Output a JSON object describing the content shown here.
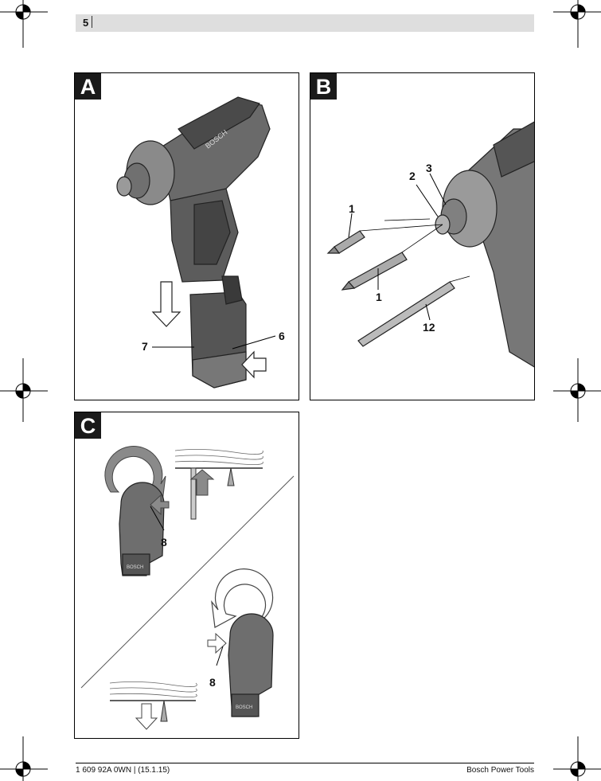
{
  "header": {
    "page_number": "5"
  },
  "panels": {
    "a": {
      "letter": "A",
      "callouts": {
        "battery": "7",
        "release_button": "6"
      }
    },
    "b": {
      "letter": "B",
      "callouts": {
        "chuck_sleeve": "2",
        "bit_holder": "3",
        "bit_top": "1",
        "bit_bottom": "1",
        "drill_bit": "12"
      }
    },
    "c": {
      "letter": "C",
      "callouts": {
        "switch_top": "8",
        "switch_bottom": "8"
      },
      "logo_text": "BOSCH"
    }
  },
  "tool_logo": "BOSCH",
  "footer": {
    "doc_code": "1 609 92A 0WN | (15.1.15)",
    "brand": "Bosch Power Tools"
  }
}
